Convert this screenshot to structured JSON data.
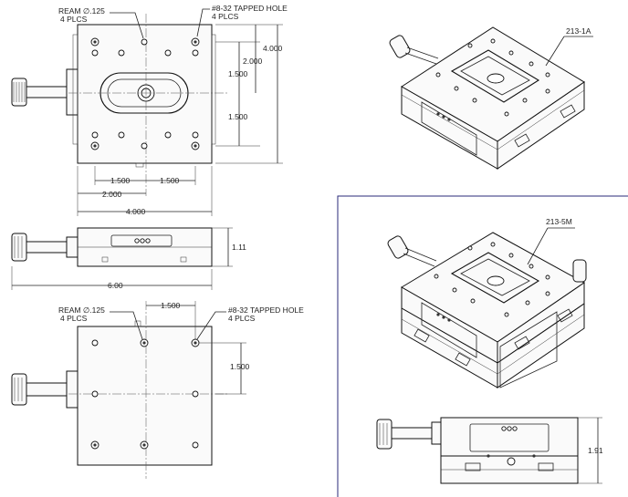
{
  "top_view": {
    "ream_label_line1": "REAM ∅.125",
    "ream_label_line2": "4 PLCS",
    "tapped_label_line1": "#8-32 TAPPED HOLE",
    "tapped_label_line2": "4 PLCS",
    "dim_1500_h_left": "1.500",
    "dim_1500_h_right": "1.500",
    "dim_2000_h": "2.000",
    "dim_4000_h": "4.000",
    "dim_1500_v_top": "1.500",
    "dim_1500_v_bottom": "1.500",
    "dim_2000_v": "2.000",
    "dim_4000_v": "4.000"
  },
  "side_view": {
    "dim_height": "1.11",
    "dim_length": "6.00"
  },
  "bottom_view": {
    "ream_label_line1": "REAM ∅.125",
    "ream_label_line2": "4 PLCS",
    "tapped_label_line1": "#8-32 TAPPED HOLE",
    "tapped_label_line2": "4 PLCS",
    "dim_1500_h": "1.500",
    "dim_1500_v": "1.500"
  },
  "iso_single": {
    "part_number": "213-1A"
  },
  "iso_double": {
    "part_number": "213-5M"
  },
  "side_double": {
    "dim_height": "1.91"
  }
}
